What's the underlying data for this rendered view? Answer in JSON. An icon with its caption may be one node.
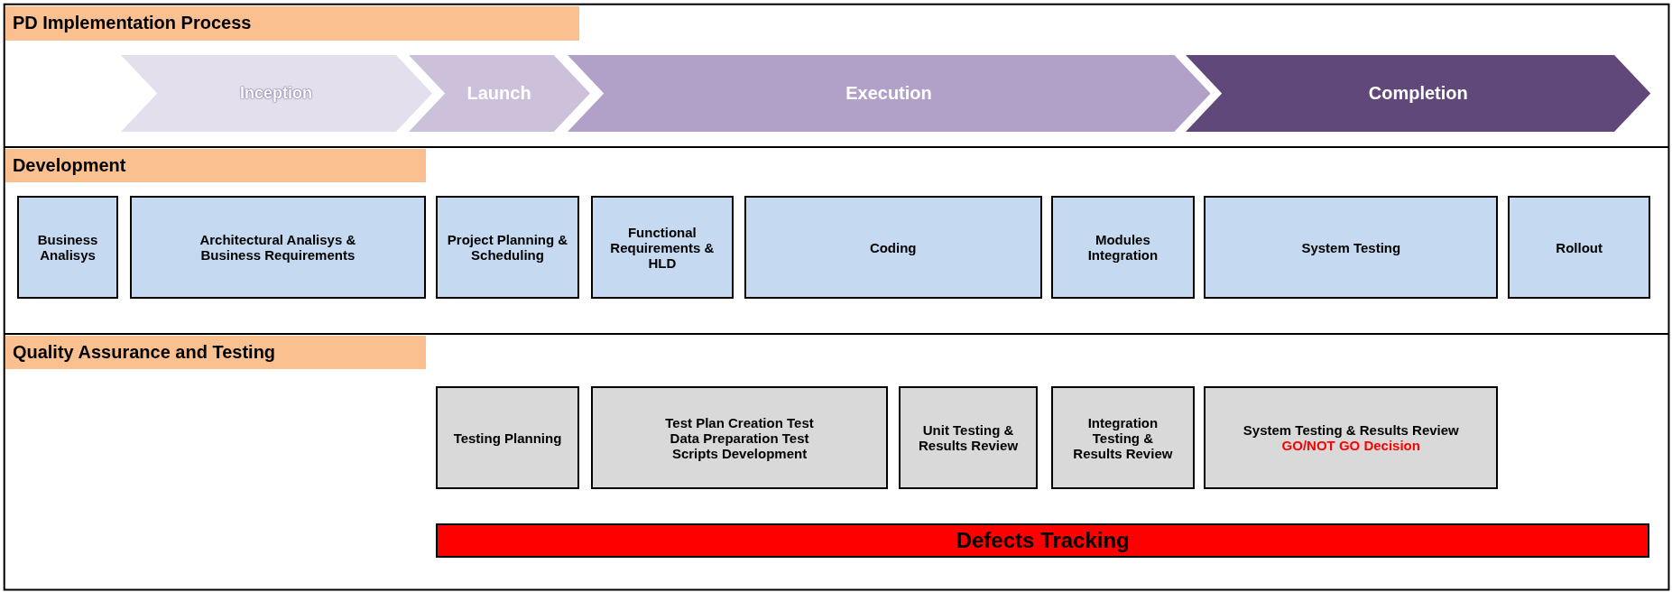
{
  "diagram": {
    "nodes": [
      {
        "text": [
          "PD Implementation Process"
        ]
      },
      {
        "text": [
          "Inception"
        ]
      },
      {
        "text": [
          "Launch"
        ]
      },
      {
        "text": [
          "Execution"
        ]
      },
      {
        "text": [
          "Completion"
        ]
      },
      {
        "text": [
          "Development"
        ]
      },
      {
        "text": [
          "Business Analisys"
        ]
      },
      {
        "text": [
          "Architectural Analisys & Business Requirements"
        ]
      },
      {
        "text": [
          "Project Planning & Scheduling"
        ]
      },
      {
        "text": [
          "Functional Requirements & HLD"
        ]
      },
      {
        "text": [
          "Coding"
        ]
      },
      {
        "text": [
          "Modules Integration"
        ]
      },
      {
        "text": [
          "System Testing"
        ]
      },
      {
        "text": [
          "Rollout"
        ]
      },
      {
        "text": [
          "Quality Assurance and Testing"
        ]
      },
      {
        "text": [
          "Testing Planning"
        ]
      },
      {
        "text": [
          "Test Plan Creation Test Data Preparation Test Scripts Development"
        ]
      },
      {
        "text": [
          "Unit Testing & Results Review"
        ]
      },
      {
        "text": [
          "Integration Testing & Results Review"
        ]
      },
      {
        "text": [
          "System Testing & Results Review",
          "GO/NOT GO Decision"
        ]
      },
      {
        "text": [
          "Defects Tracking"
        ]
      }
    ],
    "edges": []
  }
}
